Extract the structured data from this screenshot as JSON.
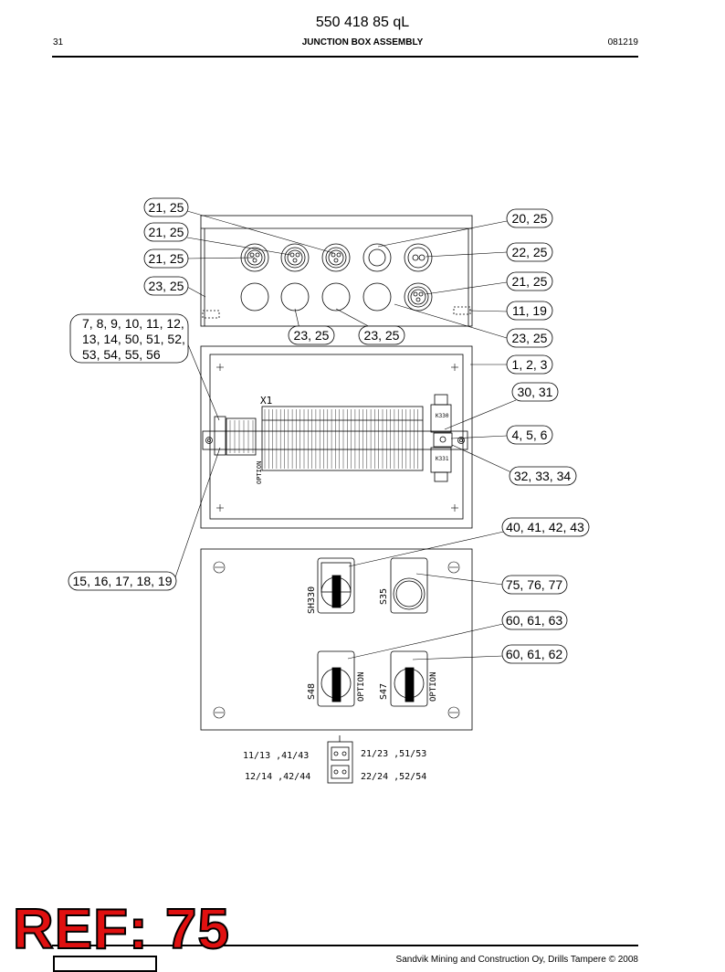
{
  "header": {
    "doc_number": "550 418 85 qL",
    "page": "31",
    "title": "JUNCTION BOX ASSEMBLY",
    "date": "081219"
  },
  "drawing": {
    "callouts": [
      "21, 25",
      "21, 25",
      "21, 25",
      "23, 25",
      "7, 8, 9, 10, 11, 12,",
      "13, 14, 50, 51, 52,",
      "53, 54, 55, 56",
      "20, 25",
      "22, 25",
      "21, 25",
      "11, 19",
      "23, 25",
      "23, 25",
      "23, 25",
      "1, 2, 3",
      "30, 31",
      "4, 5, 6",
      "32, 33, 34",
      "15, 16, 17, 18, 19",
      "40, 41, 42, 43",
      "75, 76, 77",
      "60, 61, 63",
      "60, 61, 62"
    ],
    "terminal_label": "X1",
    "relay_top_label": "K330",
    "relay_bottom_label": "K331",
    "rail_option_label": "OPTION",
    "switches": {
      "sh330": "SH330",
      "s35": "S35",
      "s48": "S48",
      "s47": "S47",
      "option_1": "OPTION",
      "option_2": "OPTION"
    },
    "contacts": {
      "top_left": "11/13 ,41/43",
      "bottom_left": "12/14 ,42/44",
      "top_right": "21/23 ,51/53",
      "bottom_right": "22/24 ,52/54"
    }
  },
  "footer": {
    "copyright": "Sandvik Mining and Construction Oy, Drills Tampere © 2008",
    "stamp": "REF: 75"
  }
}
